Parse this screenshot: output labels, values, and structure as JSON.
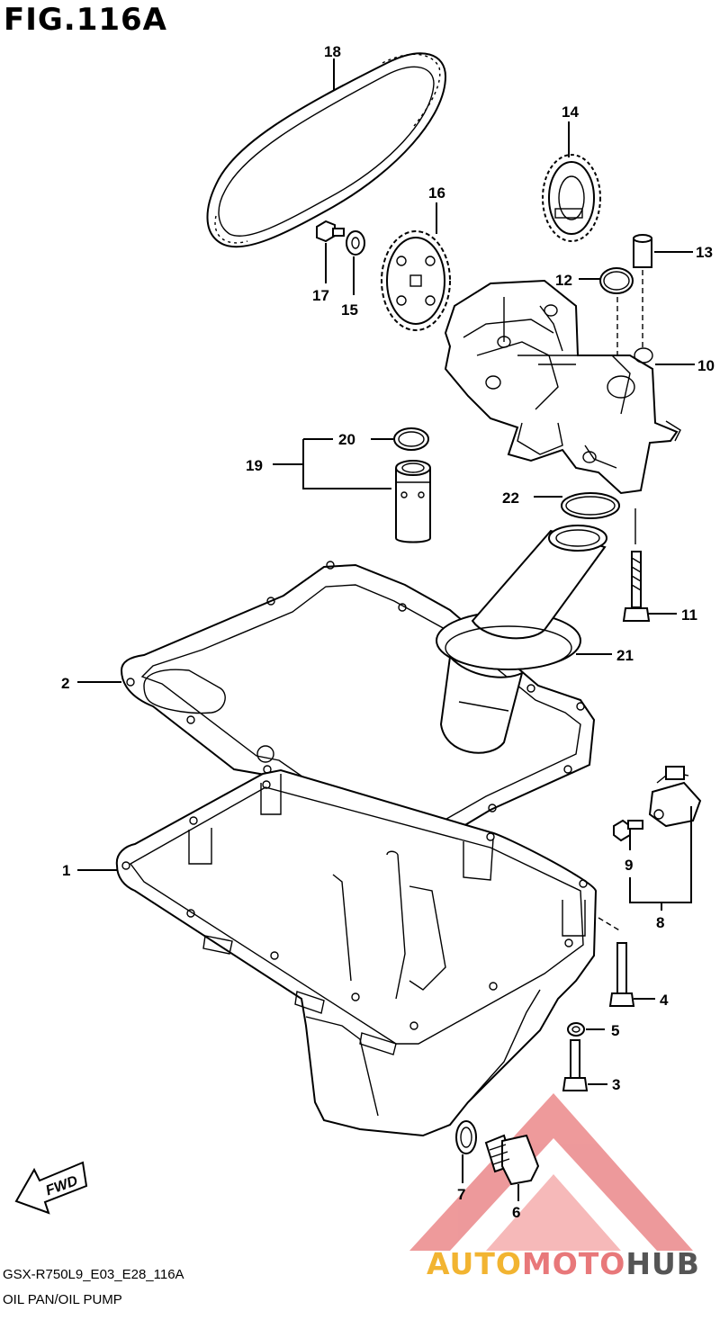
{
  "figure": {
    "title": "FIG.116A",
    "model_code": "GSX-R750L9_E03_E28_116A",
    "subtitle": "OIL PAN/OIL PUMP",
    "fwd_label": "FWD"
  },
  "callouts": [
    {
      "id": "c1",
      "number": "1"
    },
    {
      "id": "c2",
      "number": "2"
    },
    {
      "id": "c3",
      "number": "3"
    },
    {
      "id": "c4",
      "number": "4"
    },
    {
      "id": "c5",
      "number": "5"
    },
    {
      "id": "c6",
      "number": "6"
    },
    {
      "id": "c7",
      "number": "7"
    },
    {
      "id": "c8",
      "number": "8"
    },
    {
      "id": "c9",
      "number": "9"
    },
    {
      "id": "c10",
      "number": "10"
    },
    {
      "id": "c11",
      "number": "11"
    },
    {
      "id": "c12",
      "number": "12"
    },
    {
      "id": "c13",
      "number": "13"
    },
    {
      "id": "c14",
      "number": "14"
    },
    {
      "id": "c15",
      "number": "15"
    },
    {
      "id": "c16",
      "number": "16"
    },
    {
      "id": "c17",
      "number": "17"
    },
    {
      "id": "c18",
      "number": "18"
    },
    {
      "id": "c19",
      "number": "19"
    },
    {
      "id": "c20",
      "number": "20"
    },
    {
      "id": "c21",
      "number": "21"
    },
    {
      "id": "c22",
      "number": "22"
    }
  ],
  "watermark": {
    "part1": "AUTO",
    "part2": "MOTO",
    "part3": "HUB",
    "colors": {
      "gold": "#f2b431",
      "red": "#e8787a",
      "gray": "#555555"
    }
  }
}
